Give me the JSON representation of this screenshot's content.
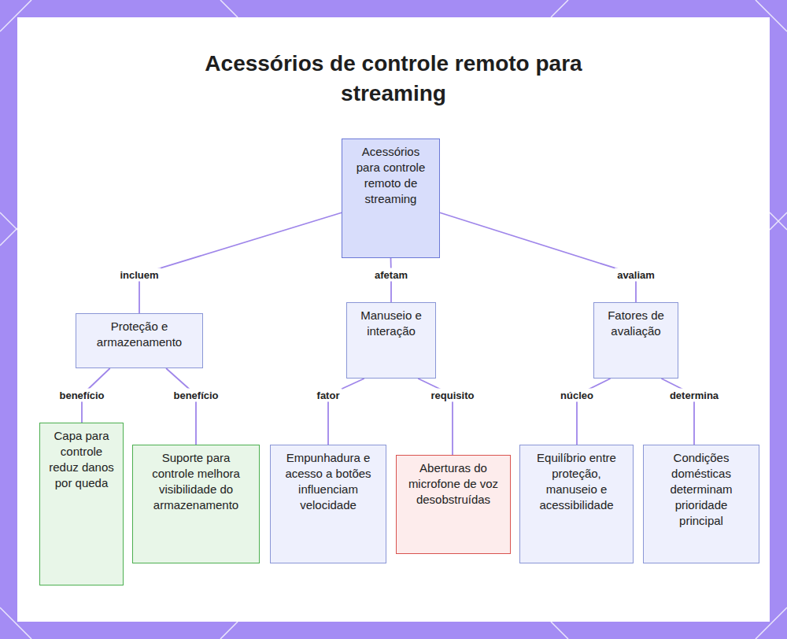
{
  "diagram": {
    "title": "Acessórios de controle remoto para streaming",
    "nodes": [
      {
        "text": [
          "Acessórios para controle remoto de streaming"
        ]
      },
      {
        "text": [
          "Proteção e armazenamento"
        ]
      },
      {
        "text": [
          "Manuseio e interação"
        ]
      },
      {
        "text": [
          "Fatores de avaliação"
        ]
      },
      {
        "text": [
          "Capa para controle reduz danos por queda"
        ]
      },
      {
        "text": [
          "Suporte para controle melhora visibilidade do armazenamento"
        ]
      },
      {
        "text": [
          "Empunhadura e acesso a botões influenciam velocidade"
        ]
      },
      {
        "text": [
          "Aberturas do microfone de voz desobstruídas"
        ]
      },
      {
        "text": [
          "Equilíbrio entre proteção, manuseio e acessibilidade"
        ]
      },
      {
        "text": [
          "Condições domésticas determinam prioridade principal"
        ]
      }
    ],
    "edges": [
      {
        "from": 0,
        "to": 1,
        "label": "incluem",
        "arrow": "none"
      },
      {
        "from": 0,
        "to": 2,
        "label": "afetam",
        "arrow": "none"
      },
      {
        "from": 0,
        "to": 3,
        "label": "avaliam",
        "arrow": "none"
      },
      {
        "from": 1,
        "to": 4,
        "label": "benefício",
        "arrow": "none"
      },
      {
        "from": 1,
        "to": 5,
        "label": "benefício",
        "arrow": "none"
      },
      {
        "from": 2,
        "to": 6,
        "label": "fator",
        "arrow": "none"
      },
      {
        "from": 2,
        "to": 7,
        "label": "requisito",
        "arrow": "none"
      },
      {
        "from": 3,
        "to": 8,
        "label": "núcleo",
        "arrow": "none"
      },
      {
        "from": 3,
        "to": 9,
        "label": "determina",
        "arrow": "none"
      }
    ]
  }
}
